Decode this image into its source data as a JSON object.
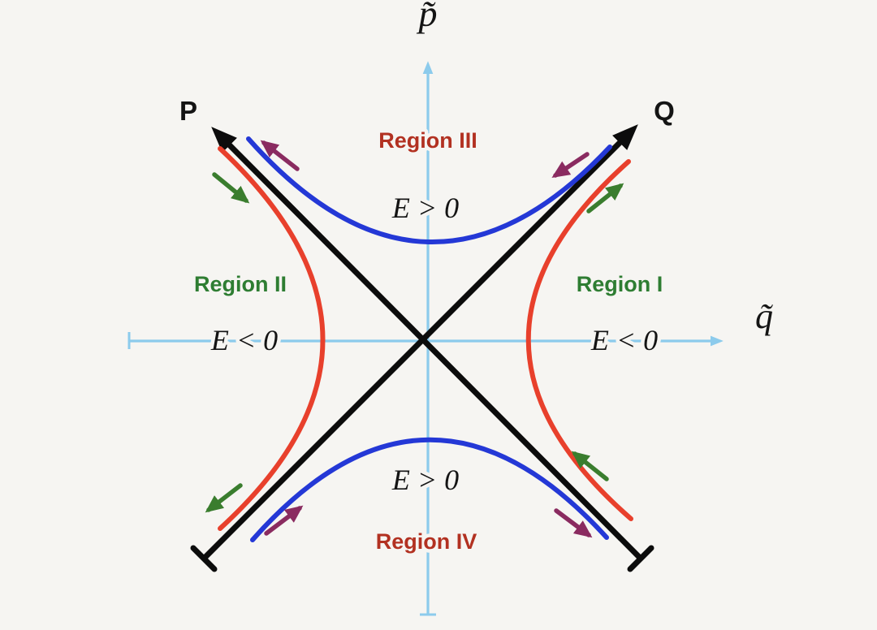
{
  "colors": {
    "background": "#f6f5f2",
    "axis": "#8ccbec",
    "separatrix": "#0c0c0c",
    "positive_energy_curve": "#2438d6",
    "negative_energy_curve": "#e8402c",
    "green_arrow": "#3a7d2e",
    "purple_arrow": "#8a2b60",
    "region_red_label": "#b23121",
    "region_green_label": "#2e7d32",
    "text": "#141414"
  },
  "axes": {
    "vertical_label": "p̃",
    "horizontal_label": "q̃"
  },
  "separatrices": {
    "left_label": "P",
    "right_label": "Q"
  },
  "regions": [
    {
      "label": "Region I",
      "position": "right",
      "energy": "E < 0"
    },
    {
      "label": "Region II",
      "position": "left",
      "energy": "E < 0"
    },
    {
      "label": "Region III",
      "position": "top",
      "energy": "E > 0"
    },
    {
      "label": "Region IV",
      "position": "bottom",
      "energy": "E > 0"
    }
  ]
}
